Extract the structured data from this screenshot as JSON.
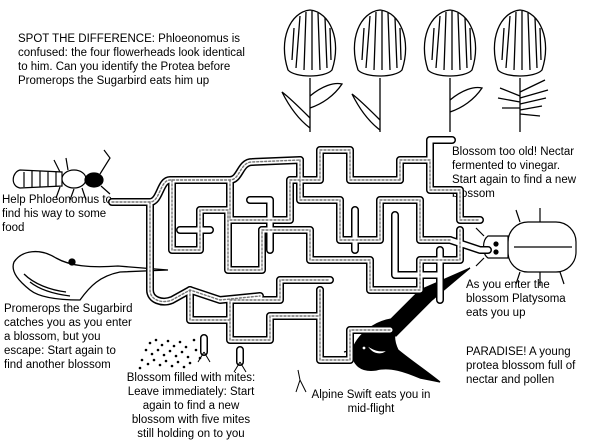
{
  "intro": {
    "title": "SPOT THE DIFFERENCE:",
    "lines": [
      "Phloeonomus is",
      "confused:  the four flowerheads look identical",
      "to him.  Can you identify the Protea before",
      "Promerops the Sugarbird eats him up"
    ]
  },
  "start": {
    "lines": [
      "Help Phloeonomus to",
      "find his way to some",
      "food"
    ]
  },
  "sugarbird": {
    "lines": [
      "Promerops the Sugarbird",
      "catches you as you enter",
      "a blossom, but you",
      "escape: Start again to",
      "find another blossom"
    ]
  },
  "mites": {
    "lines": [
      "Blossom filled with mites:",
      "Leave immediately: Start",
      "again to find a new",
      "blossom with five mites",
      "still holding on to you"
    ]
  },
  "swift": {
    "lines": [
      "Alpine Swift eats you in",
      "mid-flight"
    ]
  },
  "paradise": {
    "lines": [
      "PARADISE! A young",
      "protea blossom full of",
      "nectar and pollen"
    ]
  },
  "platysoma": {
    "lines": [
      "As you enter the",
      "blossom Platysoma",
      "eats you up"
    ]
  },
  "old_blossom": {
    "lines": [
      "Blossom too old!  Nectar",
      "fermented to vinegar.",
      "Start again to find a new",
      "blossom"
    ]
  },
  "icons": [
    "beetle-icon",
    "flowerhead-icon",
    "sugarbird-icon",
    "mites-icon",
    "alpine-swift-icon",
    "platysoma-beetle-icon"
  ]
}
